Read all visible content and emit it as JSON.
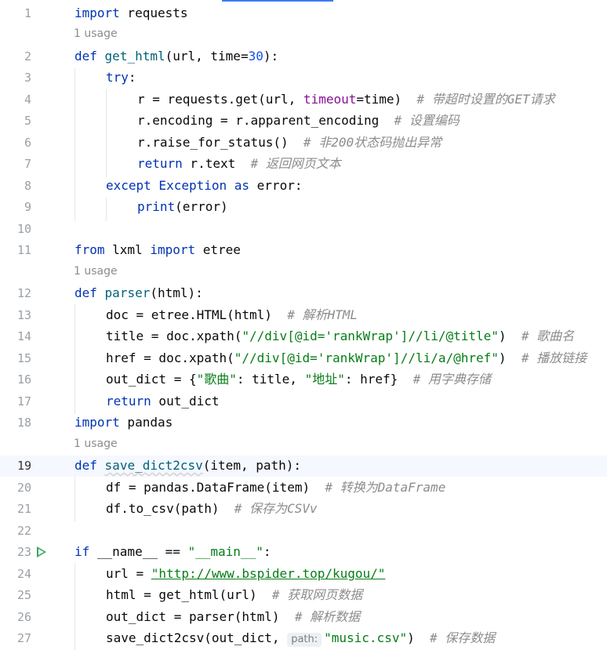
{
  "usage_label": "1 usage",
  "current_line": "19",
  "lines": {
    "l1": {
      "num": "1",
      "t1": "import",
      "t2": " requests"
    },
    "l2": {
      "num": "2",
      "t1": "def",
      "t2": " ",
      "t3": "get_html",
      "t4": "(url, time=",
      "t5": "30",
      "t6": "):"
    },
    "l3": {
      "num": "3",
      "t1": "try",
      "t2": ":"
    },
    "l4": {
      "num": "4",
      "t1": "r = requests.get(url, ",
      "t2": "timeout",
      "t3": "=time)  ",
      "t4": "# 带超时设置的GET请求"
    },
    "l5": {
      "num": "5",
      "t1": "r.encoding = r.apparent_encoding  ",
      "t2": "# 设置编码"
    },
    "l6": {
      "num": "6",
      "t1": "r.raise_for_status()  ",
      "t2": "# 非200状态码抛出异常"
    },
    "l7": {
      "num": "7",
      "t1": "return",
      "t2": " r.text  ",
      "t3": "# 返回网页文本"
    },
    "l8": {
      "num": "8",
      "t1": "except",
      "t2": " Exception ",
      "t3": "as",
      "t4": " error:"
    },
    "l9": {
      "num": "9",
      "t1": "print",
      "t2": "(error)"
    },
    "l10": {
      "num": "10"
    },
    "l11": {
      "num": "11",
      "t1": "from",
      "t2": " lxml ",
      "t3": "import",
      "t4": " etree"
    },
    "l12": {
      "num": "12",
      "t1": "def",
      "t2": " ",
      "t3": "parser",
      "t4": "(html):"
    },
    "l13": {
      "num": "13",
      "t1": "doc = etree.HTML(html)  ",
      "t2": "# 解析HTML"
    },
    "l14": {
      "num": "14",
      "t1": "title = doc.xpath(",
      "t2": "\"//div[@id='rankWrap']//li/@title\"",
      "t3": ")  ",
      "t4": "# 歌曲名"
    },
    "l15": {
      "num": "15",
      "t1": "href = doc.xpath(",
      "t2": "\"//div[@id='rankWrap']//li/a/@href\"",
      "t3": ")  ",
      "t4": "# 播放链接"
    },
    "l16": {
      "num": "16",
      "t1": "out_dict = {",
      "t2": "\"歌曲\"",
      "t3": ": title, ",
      "t4": "\"地址\"",
      "t5": ": href}  ",
      "t6": "# 用字典存储"
    },
    "l17": {
      "num": "17",
      "t1": "return",
      "t2": " out_dict"
    },
    "l18": {
      "num": "18",
      "t1": "import",
      "t2": " pandas"
    },
    "l19": {
      "num": "19",
      "t1": "def",
      "t2": " ",
      "t3": "save_dict2csv",
      "t4": "(item, path):"
    },
    "l20": {
      "num": "20",
      "t1": "df = pandas.DataFrame(item)  ",
      "t2": "# 转换为DataFrame"
    },
    "l21": {
      "num": "21",
      "t1": "df.to_csv(path)  ",
      "t2": "# 保存为CSVv"
    },
    "l22": {
      "num": "22"
    },
    "l23": {
      "num": "23",
      "t1": "if",
      "t2": " __name__ == ",
      "t3": "\"__main__\"",
      "t4": ":"
    },
    "l24": {
      "num": "24",
      "t1": "url = ",
      "t2": "\"http://www.bspider.top/kugou/\""
    },
    "l25": {
      "num": "25",
      "t1": "html = get_html(url)  ",
      "t2": "# 获取网页数据"
    },
    "l26": {
      "num": "26",
      "t1": "out_dict = parser(html)  ",
      "t2": "# 解析数据"
    },
    "l27": {
      "num": "27",
      "t1": "save_dict2csv(out_dict, ",
      "t2": "path:",
      "t3": "\"music.csv\"",
      "t4": ")  ",
      "t5": "# 保存数据"
    }
  }
}
